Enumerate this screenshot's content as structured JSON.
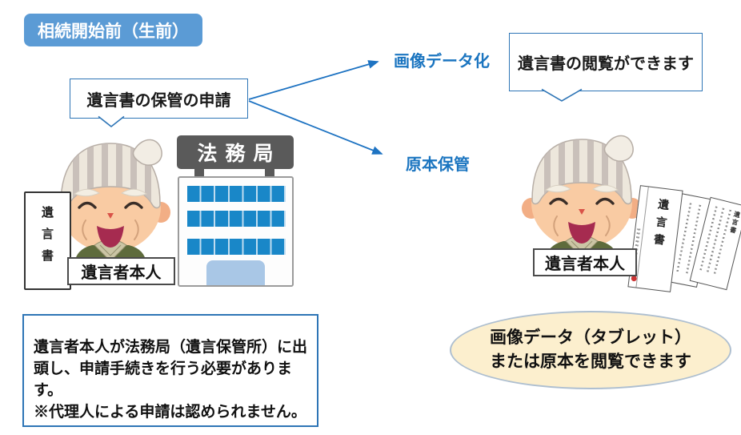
{
  "header": {
    "title": "相続開始前（生前）"
  },
  "flow": {
    "application_label": "遺言書の保管の申請",
    "digitize_label": "画像データ化",
    "original_label": "原本保管",
    "view_label": "遺言書の閲覧ができます"
  },
  "left_scene": {
    "will_document_label": "遺言書",
    "building_sign": "法務局",
    "person_label": "遺言者本人"
  },
  "right_scene": {
    "person_label": "遺言者本人",
    "envelope_label": "遺言書",
    "page_label": "遺言書",
    "ellipse_lines": {
      "0": "画像データ（タブレット）",
      "1": "または原本を閲覧できます"
    }
  },
  "info_box": {
    "lines": {
      "0": "遺言者本人が法務局（遺言保管所）に出",
      "1": "頭し、申請手続きを行う必要があります。",
      "2": "※代理人による申請は認められません。"
    }
  },
  "colors": {
    "accent_blue": "#5B9BD5",
    "line_blue": "#2E75B6",
    "text_blue": "#1B75C0",
    "window_blue": "#1987C9",
    "sign_grey": "#5A5A5A",
    "ellipse_fill": "#FCEFCE"
  }
}
